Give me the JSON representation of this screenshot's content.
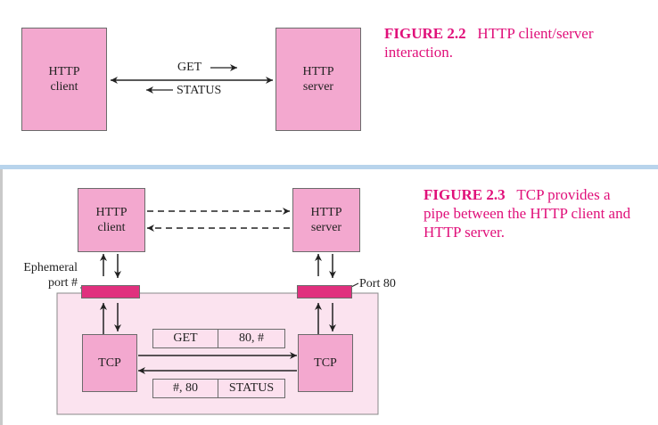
{
  "fig22": {
    "number": "FIGURE 2.2",
    "caption_line1": "HTTP client/server",
    "caption_line2": "interaction.",
    "client_l1": "HTTP",
    "client_l2": "client",
    "server_l1": "HTTP",
    "server_l2": "server",
    "get": "GET",
    "status": "STATUS"
  },
  "fig23": {
    "number": "FIGURE 2.3",
    "caption_line1": "TCP provides a",
    "caption_line2": "pipe between the HTTP client and",
    "caption_line3": "HTTP server.",
    "client_l1": "HTTP",
    "client_l2": "client",
    "server_l1": "HTTP",
    "server_l2": "server",
    "ephemeral_l1": "Ephemeral",
    "ephemeral_l2": "port #",
    "port80": "Port 80",
    "tcp_left": "TCP",
    "tcp_right": "TCP",
    "seg_top_a": "GET",
    "seg_top_b": "80, #",
    "seg_bot_a": "#, 80",
    "seg_bot_b": "STATUS"
  },
  "colors": {
    "caption": "#e0107a",
    "box_fill": "#f3a8cf",
    "tcp_region": "#fbe3ef",
    "port_fill": "#e0307e",
    "divider": "#b8d4ec"
  }
}
